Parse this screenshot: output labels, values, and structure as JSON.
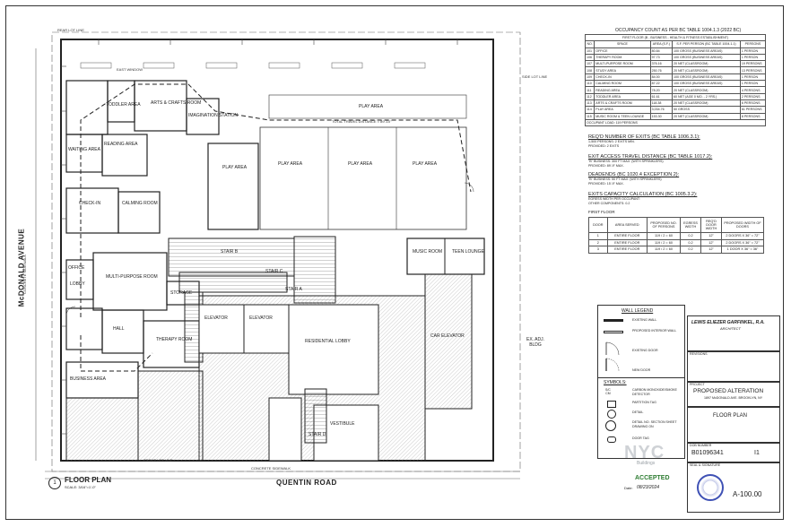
{
  "streets": {
    "west": "McDONALD AVENUE",
    "south": "QUENTIN ROAD",
    "sidewalk_west": "CONCRETE SIDEWALK",
    "sidewalk_south": "CONCRETE SIDEWALK"
  },
  "plan_title": {
    "number": "1",
    "title": "FLOOR PLAN",
    "scale": "SCALE: 3/16\"=1'-0\""
  },
  "rooms": {
    "toddler_area": "TODDLER AREA",
    "arts_crafts": "ARTS & CRAFTS ROOM",
    "imagination": "IMAGINATION STATION",
    "play_area_main": "PLAY AREA",
    "play_area_center": "PLAY AREA",
    "play_area_1": "PLAY AREA",
    "play_area_2": "PLAY AREA",
    "play_area_3": "PLAY AREA",
    "reading_area": "READING AREA",
    "waiting_area": "WAITING AREA",
    "check_in": "CHECK-IN",
    "calming_room": "CALMING ROOM",
    "office": "OFFICE",
    "lobby": "LOBBY",
    "multi_purpose": "MULTI-PURPOSE ROOM",
    "storage": "STORAGE",
    "hall": "HALL",
    "therapy": "THERAPY ROOM",
    "business_area": "BUSINESS AREA",
    "elevator_1": "ELEVATOR",
    "elevator_2": "ELEVATOR",
    "residential_lobby": "RESIDENTIAL LOBBY",
    "car_elevator": "CAR ELEVATOR",
    "vestibule": "VESTIBULE",
    "music_room": "MUSIC ROOM",
    "teen_lounge": "TEEN LOUNGE",
    "stair_a": "STAIR A",
    "stair_b": "STAIR B",
    "stair_c": "STAIR C",
    "stair_d": "STAIR D",
    "ex_adj_bldg": "EX. ADJ. BLDG",
    "front_lot_line": "FRONT LOT LINE",
    "rear_lot_line": "REAR LOT LINE",
    "side_lot_line": "SIDE LOT LINE",
    "east_window": "EAST WINDOW",
    "total_travel": "TOTAL TRAVEL DISTANCE = 89'-10\""
  },
  "occupancy": {
    "title": "OCCUPANCY COUNT AS PER BC TABLE 1004.1.3 (2022 BC)",
    "subtitle": "FIRST FLOOR (B - BUSINESS - HEALTH & FITNESS ESTABLISHMENT)",
    "headers": [
      "NO.",
      "SPACE",
      "AREA (S.F.)",
      "S.F. PER PERSON (BC TABLE 1004.1.1)",
      "PERSONS"
    ],
    "rows": [
      [
        "101",
        "OFFICE",
        "80.84",
        "100 GROSS (BUSINESS AREAS)",
        "1 PERSON"
      ],
      [
        "106",
        "THERAPY ROOM",
        "97.73",
        "100 GROSS (BUSINESS AREAS)",
        "1 PERSON"
      ],
      [
        "107",
        "MULTI-PURPOSE ROOM",
        "376.16",
        "20 NET (CLASSROOM)",
        "19 PERSONS"
      ],
      [
        "108",
        "STUDY AREA",
        "250.76",
        "20 NET (CLASSROOM)",
        "13 PERSONS"
      ],
      [
        "109",
        "CHECK-IN",
        "84.00",
        "100 GROSS (BUSINESS AREAS)",
        "1 PERSON"
      ],
      [
        "110",
        "CALMING ROOM",
        "87.22",
        "100 GROSS (BUSINESS AREAS)",
        "1 PERSON"
      ],
      [
        "111",
        "READING AREA",
        "78.20",
        "20 NET (CLASSROOM)",
        "4 PERSONS"
      ],
      [
        "112",
        "TODDLER AREA",
        "61.61",
        "60 NET (AGE 0 MO. - 2 YRS.)",
        "2 PERSONS"
      ],
      [
        "113",
        "ARTS & CRAFTS ROOM",
        "118.38",
        "20 NET (CLASSROOM)",
        "6 PERSONS"
      ],
      [
        "114",
        "PLAY AREA",
        "3,034.76",
        "50 GROSS",
        "61 PERSONS"
      ],
      [
        "115",
        "MUSIC ROOM & TEEN LOUNGE",
        "153.30",
        "20 NET (CLASSROOM)",
        "8 PERSONS"
      ]
    ],
    "footer": "OCCUPANT LOAD: 119 PERSONS"
  },
  "exits_required": {
    "title": "REQ'D NUMBER OF EXITS (BC TABLE 1006.3.1):",
    "lines": [
      "1-500 PERSONS: 2 EXITS MIN.",
      "PROVIDED: 2 EXITS"
    ]
  },
  "travel_distance": {
    "title": "EXIT ACCESS TRAVEL DISTANCE (BC TABLE 1017.2):",
    "lines": [
      "\"B\" BUSINESS: 300 FT MAX. (WITH SPRINKLERS)",
      "PROVIDED: 89'-9\" MAX."
    ]
  },
  "deadends": {
    "title": "DEADENDS (BC 1020.4 EXCEPTION 2):",
    "lines": [
      "\"B\" BUSINESS: 50 FT MAX. (WITH SPRINKLERS)",
      "PROVIDED: 15'-9\" MAX."
    ]
  },
  "exit_capacity": {
    "title": "EXITS CAPACITY CALCULATION (BC 1005.3.2):",
    "lines": [
      "EGRESS WIDTH PER OCCUPANT:",
      "OTHER COMPONENTS: 0.2"
    ],
    "floor_label": "FIRST FLOOR",
    "headers": [
      "DOOR",
      "AREA SERVED",
      "PROPOSED NO. OF PERSONS",
      "EGRESS WIDTH",
      "REQ'D DOOR WIDTH",
      "PROPOSED WIDTH OF DOORS"
    ],
    "rows": [
      [
        "1",
        "ENTIRE FLOOR",
        "119 / 2 = 60",
        "0.2",
        "12\"",
        "2 DOORS X 36\" = 72\""
      ],
      [
        "2",
        "ENTIRE FLOOR",
        "119 / 2 = 60",
        "0.2",
        "12\"",
        "2 DOORS X 36\" = 72\""
      ],
      [
        "3",
        "ENTIRE FLOOR",
        "119 / 2 = 60",
        "0.2",
        "12\"",
        "1 DOOR X 36\" = 36\""
      ]
    ]
  },
  "wall_legend": {
    "title": "WALL LEGEND",
    "items": [
      "EXISTING WALL",
      "PROPOSED INTERIOR WALL",
      "EXISTING DOOR",
      "NEW DOOR"
    ]
  },
  "symbols": {
    "title": "SYMBOLS:",
    "items": [
      "CARBON MONOXIDE/SMOKE DETECTOR",
      "PARTITION TAG",
      "DETAIL",
      "DETAIL NO. SECTION SHEET DRAWING ON",
      "DOOR TAG"
    ]
  },
  "architect": {
    "name": "LEWIS ELIEZER GARFINKEL, R.A.",
    "role": "ARCHITECT"
  },
  "revisions_label": "REVISIONS",
  "project": {
    "label": "PROJECT",
    "name": "PROPOSED ALTERATION",
    "address": "1897 McDONALD AVE. BROOKLYN, NY"
  },
  "drawing_title": "FLOOR PLAN",
  "dob": {
    "label": "DOB NUMBER",
    "number": "B01096341",
    "suffix": "I1"
  },
  "seal_label": "SEAL & SIGNATURE",
  "sheet_number": "A-100.00",
  "nyc_stamp": {
    "logo": "NYC",
    "sub": "Buildings",
    "status": "ACCEPTED",
    "date_label": "Date:",
    "date": "08/23/2024"
  },
  "colors": {
    "line": "#333333",
    "hatch": "#999999",
    "stamp_green": "#2e7d32"
  }
}
